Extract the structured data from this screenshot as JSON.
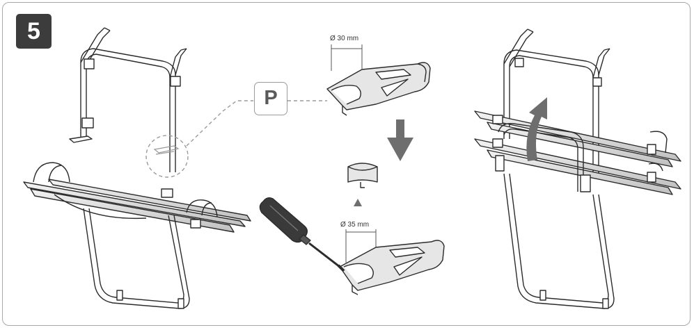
{
  "step": {
    "number": "5"
  },
  "part_label": {
    "letter": "P"
  },
  "dimensions": {
    "top": "Ø 30 mm",
    "bottom": "Ø 35 mm"
  },
  "colors": {
    "badge": "#3c3c3c",
    "line": "#2b2b2b",
    "frame": "#a8a8a8",
    "arrow": "#6e6e6e",
    "part_fill": "#e6e6e6",
    "tube_fill": "#d4d4d4"
  },
  "icons": [
    "screwdriver-icon",
    "rotate-arrow-icon",
    "down-arrow-icon",
    "up-triangle-icon"
  ]
}
